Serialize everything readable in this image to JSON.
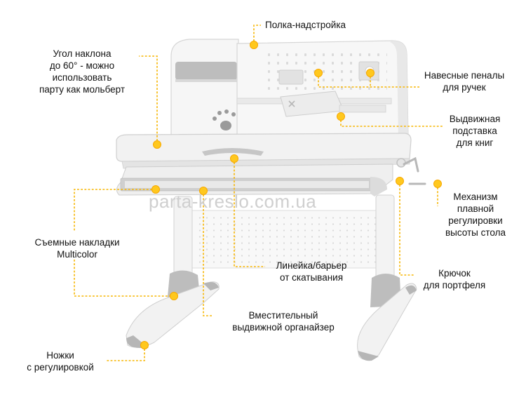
{
  "watermark": "parta-kreslo.com.ua",
  "labels": {
    "shelf": "Полка-надстройка",
    "tilt": [
      "Угол наклона",
      "до 60° - можно",
      "использовать",
      "парту как мольберт"
    ],
    "pencil": [
      "Навесные пеналы",
      "для ручек"
    ],
    "bookstand": [
      "Выдвижная",
      "подставка",
      "для книг"
    ],
    "mechanism": [
      "Механизм",
      "плавной",
      "регулировки",
      "высоты стола"
    ],
    "covers": [
      "Съемные накладки",
      "Multicolor"
    ],
    "ruler": [
      "Линейка/барьер",
      "от скатывания"
    ],
    "hook": [
      "Крючок",
      "для портфеля"
    ],
    "organizer": [
      "Вместительный",
      "выдвижной органайзер"
    ],
    "legs": [
      "Ножки",
      "с регулировкой"
    ]
  },
  "colors": {
    "accent": "#f7b500",
    "marker": "#ffc81e",
    "desk_white": "#f4f4f4",
    "desk_gray": "#b9b9b9"
  }
}
